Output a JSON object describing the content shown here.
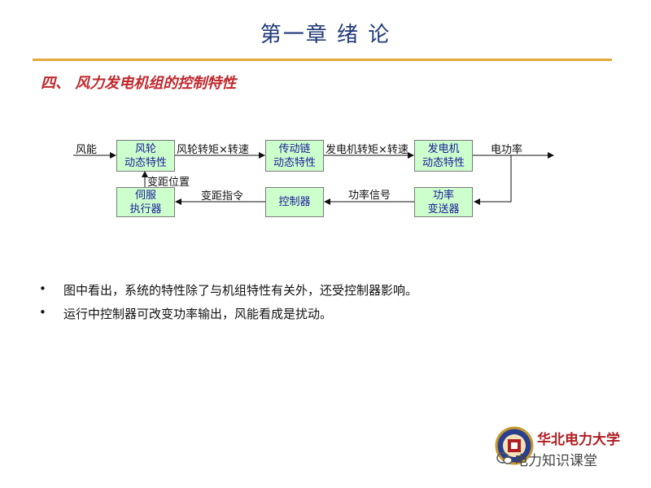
{
  "slide": {
    "title": "第一章  绪  论",
    "subtitle": "四、 风力发电机组的控制特性"
  },
  "diagram": {
    "boxes": {
      "rotor": "风轮\n动态特性",
      "drivetrain": "传动链\n动态特性",
      "generator": "发电机\n动态特性",
      "servo": "伺服\n执行器",
      "controller": "控制器",
      "transducer": "功率\n变送器"
    },
    "labels": {
      "wind_energy": "风能",
      "rotor_torque_speed": "风轮转矩×转速",
      "gen_torque_speed": "发电机转矩×转速",
      "electric_power": "电功率",
      "pitch_position": "变距位置",
      "pitch_command": "变距指令",
      "power_signal": "功率信号"
    }
  },
  "bullets": [
    "图中看出，系统的特性除了与机组特性有关外，还受控制器影响。",
    "运行中控制器可改变功率输出，风能看成是扰动。"
  ],
  "bullet_symbol": "•",
  "logo": {
    "name": "华北电力大学"
  },
  "watermark": {
    "text": "电力知识课堂"
  },
  "colors": {
    "title": "#1f3a7a",
    "subtitle": "#c0282d",
    "rule": "#e3a93a",
    "box_fill": "#ccffcc",
    "box_text": "#1a1a9a"
  }
}
